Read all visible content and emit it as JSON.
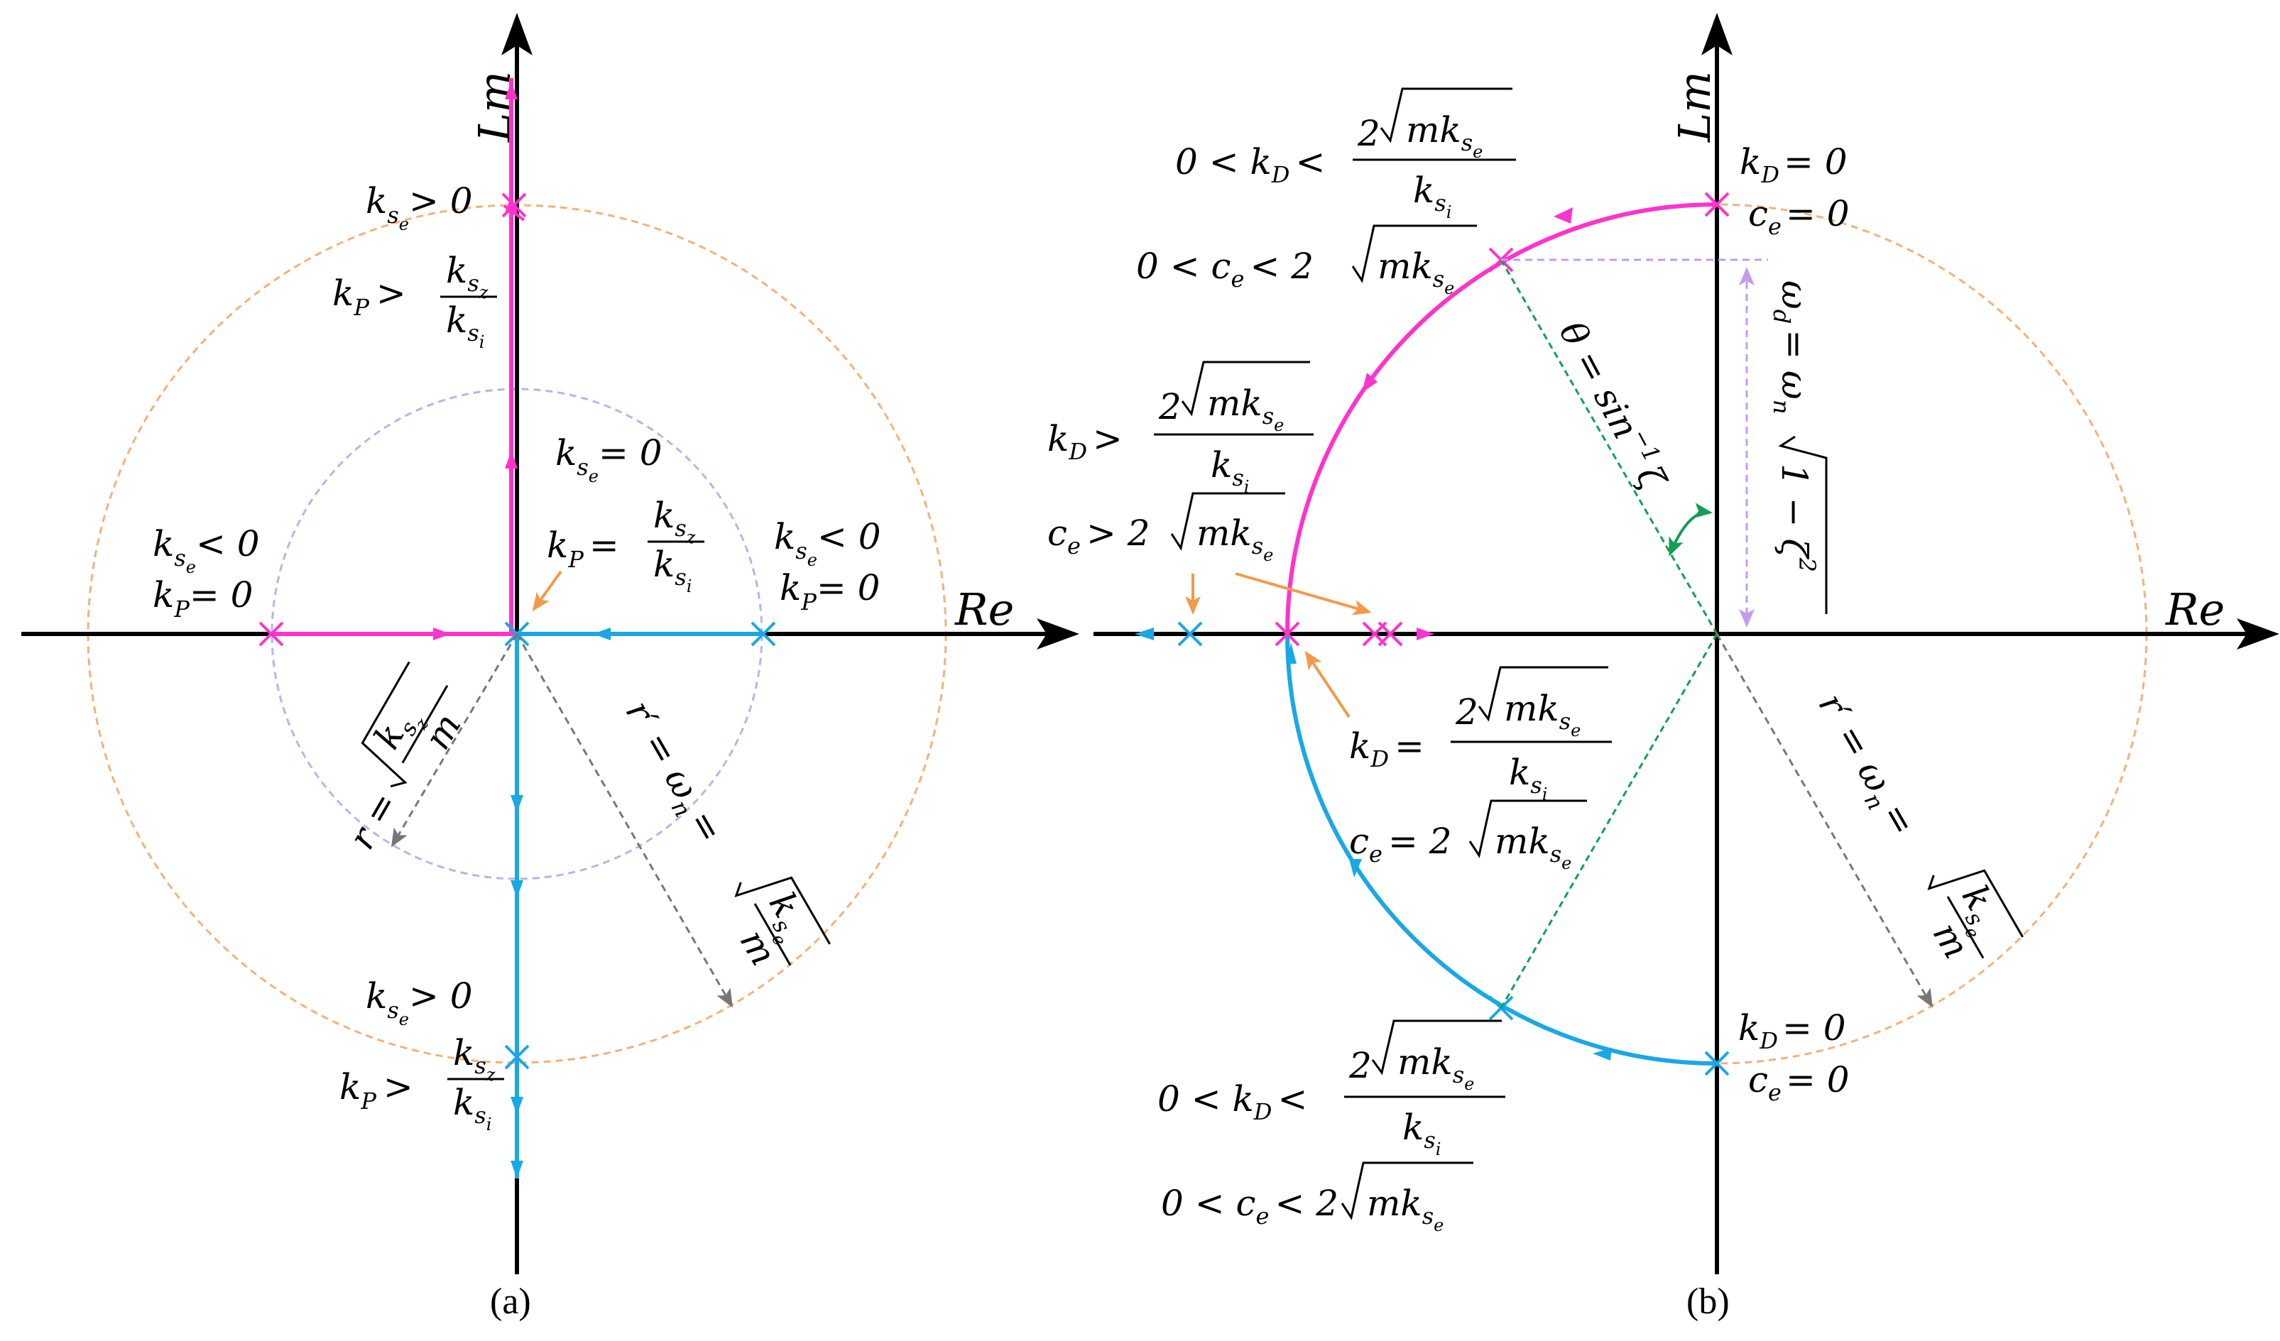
{
  "colors": {
    "magenta": "#ff33cc",
    "cyan": "#1aa7e6",
    "orange_circle": "#f5b17a",
    "lavender_circle": "#b5b5ee",
    "orange_arrow": "#f29a4a",
    "grey_arrow": "#777777",
    "green": "#10a050",
    "violet": "#c39cf0",
    "axis": "#000000"
  },
  "axes": {
    "real_label": "Re",
    "imag_label": "Lm"
  },
  "panels": {
    "a": "(a)",
    "b": "(b)"
  },
  "panel_a": {
    "label_top_k": "k",
    "label_top_cmp": "> 0",
    "label_top_kp": "k",
    "label_top_kp_gt": ">",
    "label_center_k": "k",
    "label_center_eq": "= 0",
    "label_center_kp": "k",
    "label_center_kp_eq": "=",
    "label_left_k": "k",
    "label_left_lt": "< 0",
    "label_left_kp": "k",
    "label_left_kp_eq": "= 0",
    "label_right_k": "k",
    "label_right_lt": "< 0",
    "label_right_kp": "k",
    "label_right_kp_eq": "= 0",
    "label_bottom_k": "k",
    "label_bottom_cmp": "> 0",
    "label_bottom_kp": "k",
    "label_bottom_kp_gt": ">",
    "r_label": "r =",
    "r_prime_label": "r′ = ω",
    "r_prime_eq": "=",
    "sub_s": "s",
    "sub_e": "e",
    "sub_z": "z",
    "sub_i": "i",
    "sub_P": "P",
    "sub_n": "n",
    "m": "m"
  },
  "panel_b": {
    "tl_line1_a": "0 < k",
    "tl_line1_b": "<",
    "tl_line2": "0 < c",
    "tl_line2_b": "< 2",
    "ml_line1_a": "k",
    "ml_line1_b": ">",
    "ml_line2_a": "c",
    "ml_line2_b": "> 2",
    "mid_line1_a": "k",
    "mid_line1_b": "=",
    "mid_line2_a": "c",
    "mid_line2_b": "= 2",
    "bl_line1_a": "0 < k",
    "bl_line1_b": "<",
    "bl_line2_a": "0 < c",
    "bl_line2_b": "< 2",
    "top_kd": "k",
    "top_kd_eq": "= 0",
    "top_ce": "c",
    "top_ce_eq": "= 0",
    "bot_kd": "k",
    "bot_kd_eq": "= 0",
    "bot_ce": "c",
    "bot_ce_eq": "= 0",
    "theta_label": "θ = sin",
    "theta_exp": "−1",
    "zeta": "ζ",
    "omega_d": "ω",
    "omega_d_eq": "= ω",
    "one_minus": "1 − ζ",
    "sq": "2",
    "r_prime_label": "r′ = ω",
    "r_prime_eq": "=",
    "sub_D": "D",
    "sub_e": "e",
    "sub_s": "s",
    "sub_i": "i",
    "sub_d": "d",
    "sub_n": "n",
    "num_2": "2",
    "mk": "mk",
    "m": "m"
  }
}
